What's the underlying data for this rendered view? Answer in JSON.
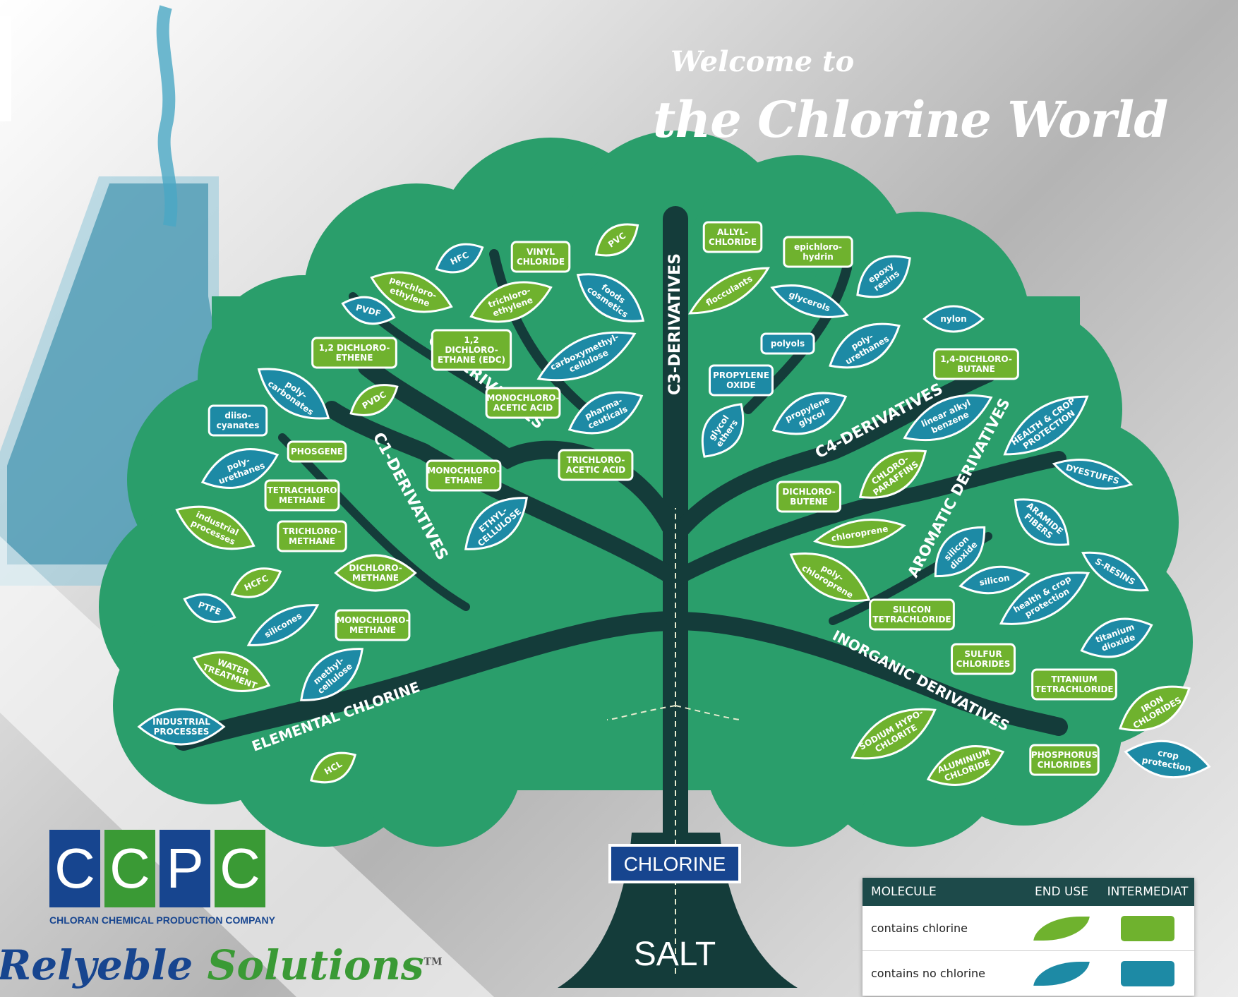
{
  "header": {
    "welcome": "Welcome to",
    "title": "the Chlorine World"
  },
  "colors": {
    "tree_green": "#2a9e6b",
    "trunk": "#143c3a",
    "chlorine_green": "#6fb22e",
    "no_chlorine_blue": "#1d8aa5",
    "brand_blue": "#17458f",
    "brand_green": "#3a9a35"
  },
  "tree": {
    "root": "SALT",
    "source": "CHLORINE",
    "branches": {
      "c1": "C1-DERIVATIVES",
      "c2": "C2-DERIVATIVES",
      "c3": "C3-DERIVATIVES",
      "c4": "C4-DERIVATIVES",
      "aromatic": "AROMATIC DERIVATIVES",
      "inorganic": "INORGANIC DERIVATIVES",
      "elemental": "ELEMENTAL CHLORINE"
    },
    "nodes": [
      {
        "id": "hfc",
        "lines": [
          "HFC"
        ],
        "kind": "leaf",
        "chlorine": false
      },
      {
        "id": "vinyl-chloride",
        "lines": [
          "VINYL",
          "CHLORIDE"
        ],
        "kind": "box",
        "chlorine": true
      },
      {
        "id": "pvc",
        "lines": [
          "PVC"
        ],
        "kind": "leaf",
        "chlorine": true
      },
      {
        "id": "perchloroethylene",
        "lines": [
          "perchloro-",
          "ethylene"
        ],
        "kind": "leaf",
        "chlorine": true
      },
      {
        "id": "trichloroethylene",
        "lines": [
          "trichloro-",
          "ethylene"
        ],
        "kind": "leaf",
        "chlorine": true
      },
      {
        "id": "foods-cosmetics",
        "lines": [
          "foods",
          "cosmetics"
        ],
        "kind": "leaf",
        "chlorine": false
      },
      {
        "id": "pvdf",
        "lines": [
          "PVDF"
        ],
        "kind": "leaf",
        "chlorine": false
      },
      {
        "id": "12-dichloroethene",
        "lines": [
          "1,2 DICHLORO-",
          "ETHENE"
        ],
        "kind": "box",
        "chlorine": true
      },
      {
        "id": "edc",
        "lines": [
          "1,2",
          "DICHLORO-",
          "ETHANE (EDC)"
        ],
        "kind": "box",
        "chlorine": true
      },
      {
        "id": "carboxymethylcellulose",
        "lines": [
          "carboxymethyl-",
          "cellulose"
        ],
        "kind": "leaf",
        "chlorine": false
      },
      {
        "id": "polycarbonates",
        "lines": [
          "poly-",
          "carbonates"
        ],
        "kind": "leaf",
        "chlorine": false
      },
      {
        "id": "pvdc",
        "lines": [
          "PVDC"
        ],
        "kind": "leaf",
        "chlorine": true
      },
      {
        "id": "monochloroacetic-acid",
        "lines": [
          "MONOCHLORO-",
          "ACETIC ACID"
        ],
        "kind": "box",
        "chlorine": true
      },
      {
        "id": "pharmaceuticals",
        "lines": [
          "pharma-",
          "ceuticals"
        ],
        "kind": "leaf",
        "chlorine": false
      },
      {
        "id": "diisocyanates",
        "lines": [
          "diiso-",
          "cyanates"
        ],
        "kind": "box",
        "chlorine": false
      },
      {
        "id": "phosgene",
        "lines": [
          "PHOSGENE"
        ],
        "kind": "box",
        "chlorine": true
      },
      {
        "id": "polyurethanes-c1",
        "lines": [
          "poly-",
          "urethanes"
        ],
        "kind": "leaf",
        "chlorine": false
      },
      {
        "id": "tetrachloromethane",
        "lines": [
          "TETRACHLORO",
          "METHANE"
        ],
        "kind": "box",
        "chlorine": true
      },
      {
        "id": "monochloroethane",
        "lines": [
          "MONOCHLORO-",
          "ETHANE"
        ],
        "kind": "box",
        "chlorine": true
      },
      {
        "id": "trichloroacetic-acid",
        "lines": [
          "TRICHLORO-",
          "ACETIC ACID"
        ],
        "kind": "box",
        "chlorine": true
      },
      {
        "id": "industrial-processes-1",
        "lines": [
          "industrial",
          "processes"
        ],
        "kind": "leaf",
        "chlorine": true
      },
      {
        "id": "trichloromethane",
        "lines": [
          "TRICHLORO-",
          "METHANE"
        ],
        "kind": "box",
        "chlorine": true
      },
      {
        "id": "ethylcellulose",
        "lines": [
          "ETHYL-",
          "CELLULOSE"
        ],
        "kind": "leaf",
        "chlorine": false
      },
      {
        "id": "dichloromethane",
        "lines": [
          "DICHLORO-",
          "METHANE"
        ],
        "kind": "leaf",
        "chlorine": true
      },
      {
        "id": "hcfc",
        "lines": [
          "HCFC"
        ],
        "kind": "leaf",
        "chlorine": true
      },
      {
        "id": "ptfe",
        "lines": [
          "PTFE"
        ],
        "kind": "leaf",
        "chlorine": false
      },
      {
        "id": "silicones",
        "lines": [
          "silicones"
        ],
        "kind": "leaf",
        "chlorine": false
      },
      {
        "id": "monochloromethane",
        "lines": [
          "MONOCHLORO-",
          "METHANE"
        ],
        "kind": "box",
        "chlorine": true
      },
      {
        "id": "water-treatment",
        "lines": [
          "WATER",
          "TREATMENT"
        ],
        "kind": "leaf",
        "chlorine": true
      },
      {
        "id": "methylcellulose",
        "lines": [
          "methyl-",
          "cellulose"
        ],
        "kind": "leaf",
        "chlorine": false
      },
      {
        "id": "industrial-processes-2",
        "lines": [
          "INDUSTRIAL",
          "PROCESSES"
        ],
        "kind": "leaf",
        "chlorine": false
      },
      {
        "id": "hcl",
        "lines": [
          "HCL"
        ],
        "kind": "leaf",
        "chlorine": true
      },
      {
        "id": "allyl-chloride",
        "lines": [
          "ALLYL-",
          "CHLORIDE"
        ],
        "kind": "box",
        "chlorine": true
      },
      {
        "id": "epichlorohydrin",
        "lines": [
          "epichloro-",
          "hydrin"
        ],
        "kind": "box",
        "chlorine": true
      },
      {
        "id": "epoxy-resins",
        "lines": [
          "epoxy",
          "resins"
        ],
        "kind": "leaf",
        "chlorine": false
      },
      {
        "id": "flocculants",
        "lines": [
          "flocculants"
        ],
        "kind": "leaf",
        "chlorine": true
      },
      {
        "id": "glycerols",
        "lines": [
          "glycerols"
        ],
        "kind": "leaf",
        "chlorine": false
      },
      {
        "id": "nylon",
        "lines": [
          "nylon"
        ],
        "kind": "leaf",
        "chlorine": false
      },
      {
        "id": "polyols",
        "lines": [
          "polyols"
        ],
        "kind": "box",
        "chlorine": false
      },
      {
        "id": "polyurethanes-c3",
        "lines": [
          "poly-",
          "urethanes"
        ],
        "kind": "leaf",
        "chlorine": false
      },
      {
        "id": "propylene-oxide",
        "lines": [
          "PROPYLENE",
          "OXIDE"
        ],
        "kind": "box",
        "chlorine": false
      },
      {
        "id": "14-dichlorobutane",
        "lines": [
          "1,4-DICHLORO-",
          "BUTANE"
        ],
        "kind": "box",
        "chlorine": true
      },
      {
        "id": "glycol-ethers",
        "lines": [
          "glycol",
          "ethers"
        ],
        "kind": "leaf",
        "chlorine": false
      },
      {
        "id": "propylene-glycol",
        "lines": [
          "propylene",
          "glycol"
        ],
        "kind": "leaf",
        "chlorine": false
      },
      {
        "id": "linear-alkyl-benzene",
        "lines": [
          "linear alkyl",
          "benzene"
        ],
        "kind": "leaf",
        "chlorine": false
      },
      {
        "id": "health-crop-protection-1",
        "lines": [
          "HEALTH & CROP",
          "PROTECTION"
        ],
        "kind": "leaf",
        "chlorine": false
      },
      {
        "id": "chloroparaffins",
        "lines": [
          "CHLORO-",
          "PARAFFINS"
        ],
        "kind": "leaf",
        "chlorine": true
      },
      {
        "id": "dichlorobutene",
        "lines": [
          "DICHLORO-",
          "BUTENE"
        ],
        "kind": "box",
        "chlorine": true
      },
      {
        "id": "dyestuffs",
        "lines": [
          "DYESTUFFS"
        ],
        "kind": "leaf",
        "chlorine": false
      },
      {
        "id": "aramide-fibers",
        "lines": [
          "ARAMIDE",
          "FIBERS"
        ],
        "kind": "leaf",
        "chlorine": false
      },
      {
        "id": "chloroprene",
        "lines": [
          "chloroprene"
        ],
        "kind": "leaf",
        "chlorine": true
      },
      {
        "id": "silicon-dioxide",
        "lines": [
          "silicon",
          "dioxide"
        ],
        "kind": "leaf",
        "chlorine": false
      },
      {
        "id": "polychloroprene",
        "lines": [
          "poly-",
          "chloroprene"
        ],
        "kind": "leaf",
        "chlorine": true
      },
      {
        "id": "silicon",
        "lines": [
          "silicon"
        ],
        "kind": "leaf",
        "chlorine": false
      },
      {
        "id": "s-resins",
        "lines": [
          "S-RESINS"
        ],
        "kind": "leaf",
        "chlorine": false
      },
      {
        "id": "silicon-tetrachloride",
        "lines": [
          "SILICON",
          "TETRACHLORIDE"
        ],
        "kind": "box",
        "chlorine": true
      },
      {
        "id": "health-crop-protection-2",
        "lines": [
          "health & crop",
          "protection"
        ],
        "kind": "leaf",
        "chlorine": false
      },
      {
        "id": "titanium-dioxide",
        "lines": [
          "titanium",
          "dioxide"
        ],
        "kind": "leaf",
        "chlorine": false
      },
      {
        "id": "sulfur-chlorides",
        "lines": [
          "SULFUR",
          "CHLORIDES"
        ],
        "kind": "box",
        "chlorine": true
      },
      {
        "id": "titanium-tetrachloride",
        "lines": [
          "TITANIUM",
          "TETRACHLORIDE"
        ],
        "kind": "box",
        "chlorine": true
      },
      {
        "id": "iron-chlorides",
        "lines": [
          "IRON",
          "CHLORIDES"
        ],
        "kind": "leaf",
        "chlorine": true
      },
      {
        "id": "sodium-hypochlorite",
        "lines": [
          "SODIUM HYPO-",
          "CHLORITE"
        ],
        "kind": "leaf",
        "chlorine": true
      },
      {
        "id": "aluminium-chloride",
        "lines": [
          "ALUMINIUM",
          "CHLORIDE"
        ],
        "kind": "leaf",
        "chlorine": true
      },
      {
        "id": "phosphorus-chlorides",
        "lines": [
          "PHOSPHORUS",
          "CHLORIDES"
        ],
        "kind": "box",
        "chlorine": true
      },
      {
        "id": "crop-protection",
        "lines": [
          "crop",
          "protection"
        ],
        "kind": "leaf",
        "chlorine": false
      }
    ]
  },
  "logo": {
    "letters": [
      "C",
      "C",
      "P",
      "C"
    ],
    "letter_colors": [
      "#17458f",
      "#3a9a35",
      "#17458f",
      "#3a9a35"
    ],
    "company": "CHLORAN CHEMICAL PRODUCTION COMPANY",
    "tagline_a": "Relyeble",
    "tagline_b": "Solutions",
    "tm": "TM"
  },
  "legend": {
    "headers": [
      "MOLECULE",
      "END USE",
      "INTERMEDIAT"
    ],
    "rows": [
      {
        "label": "contains chlorine",
        "color": "green"
      },
      {
        "label": "contains no chlorine",
        "color": "blue"
      }
    ]
  }
}
